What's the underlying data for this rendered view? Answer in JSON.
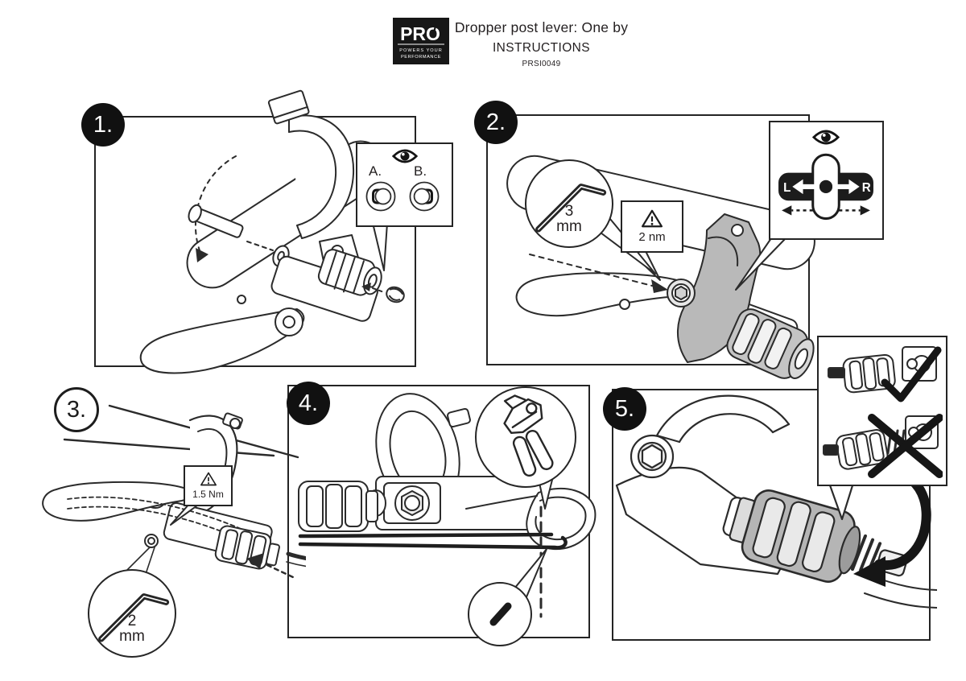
{
  "header": {
    "logo": {
      "brand": "PRO",
      "tagline_line1": "POWERS YOUR",
      "tagline_line2": "PERFORMANCE"
    },
    "title": "Dropper post lever: One by",
    "subtitle": "INSTRUCTIONS",
    "code": "PRSI0049"
  },
  "steps": [
    {
      "number": "1.",
      "inset": {
        "option_a": "A.",
        "option_b": "B."
      }
    },
    {
      "number": "2.",
      "hex_key": {
        "size": "3",
        "unit": "mm"
      },
      "torque": "2 nm",
      "adjust": {
        "left": "L",
        "right": "R"
      }
    },
    {
      "number": "3.",
      "hex_key": {
        "size": "2",
        "unit": "mm"
      },
      "torque": "1.5 Nm"
    },
    {
      "number": "4."
    },
    {
      "number": "5."
    }
  ],
  "colors": {
    "ink": "#231f20",
    "line": "#2b2b2b",
    "clamp_gray": "#b9b9b9",
    "barrel_gray": "#b5b5b5"
  }
}
